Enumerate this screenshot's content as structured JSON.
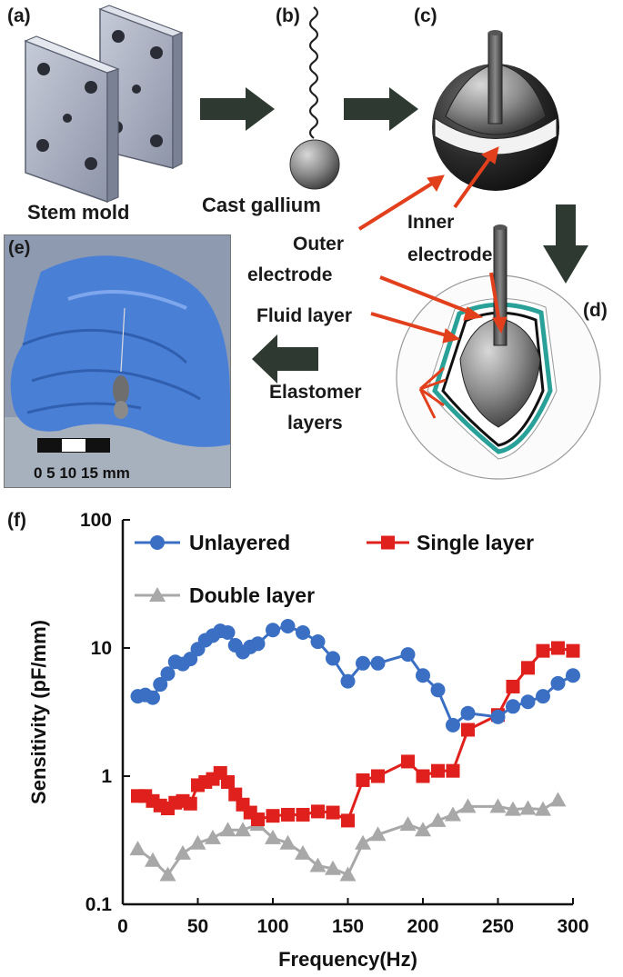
{
  "panels": {
    "a": {
      "letter": "(a)",
      "caption": "Stem mold"
    },
    "b": {
      "letter": "(b)",
      "caption": "Cast gallium"
    },
    "c": {
      "letter": "(c)",
      "inner_electrode_line1": "Inner",
      "inner_electrode_line2": "electrode"
    },
    "d": {
      "letter": "(d)",
      "outer_electrode_line1": "Outer",
      "outer_electrode_line2": "electrode",
      "fluid_layer": "Fluid layer",
      "elastomer_line1": "Elastomer",
      "elastomer_line2": "layers"
    },
    "e": {
      "letter": "(e)",
      "scale_ticks": "0  5  10 15 mm"
    },
    "f": {
      "letter": "(f)"
    }
  },
  "colors": {
    "unlayered": "#3a6fc4",
    "single_layer": "#e0201c",
    "double_layer": "#a8a8a8",
    "arrow_dark": "#2e3a31",
    "arrow_red": "#e2401d",
    "glove_blue": "#4a7fd6"
  },
  "chart_data": {
    "type": "line",
    "xlabel": "Frequency(Hz)",
    "ylabel": "Sensitivity (pF/mm)",
    "xlim": [
      0,
      300
    ],
    "ylim": [
      0.1,
      100
    ],
    "yscale": "log",
    "xticks": [
      "0",
      "50",
      "100",
      "150",
      "200",
      "250",
      "300"
    ],
    "yticks": [
      "0.1",
      "1",
      "10",
      "100"
    ],
    "grid": false,
    "legend_position": "top",
    "series": [
      {
        "name": "Unlayered",
        "marker": "circle",
        "x": [
          10,
          15,
          20,
          25,
          30,
          35,
          40,
          45,
          50,
          55,
          60,
          65,
          70,
          75,
          80,
          85,
          90,
          100,
          110,
          120,
          130,
          140,
          150,
          160,
          170,
          190,
          200,
          210,
          220,
          230,
          250,
          260,
          270,
          280,
          290,
          300
        ],
        "y": [
          4.2,
          4.3,
          4.1,
          5.2,
          6.3,
          7.8,
          7.5,
          8.2,
          9.8,
          11.5,
          12.5,
          13.6,
          13.2,
          10.5,
          9.3,
          10.2,
          10.8,
          13.8,
          14.8,
          13.2,
          11.2,
          8.3,
          5.5,
          7.6,
          7.6,
          8.9,
          6.1,
          4.7,
          2.5,
          3.1,
          2.9,
          3.5,
          3.8,
          4.2,
          5.3,
          6.1
        ]
      },
      {
        "name": "Single layer",
        "marker": "square",
        "x": [
          10,
          15,
          20,
          25,
          30,
          35,
          40,
          45,
          50,
          55,
          60,
          65,
          70,
          75,
          80,
          85,
          90,
          100,
          110,
          120,
          130,
          140,
          150,
          160,
          170,
          190,
          200,
          210,
          220,
          230,
          250,
          260,
          270,
          280,
          290,
          300
        ],
        "y": [
          0.7,
          0.7,
          0.64,
          0.59,
          0.56,
          0.62,
          0.64,
          0.61,
          0.85,
          0.9,
          0.95,
          1.06,
          0.9,
          0.72,
          0.6,
          0.52,
          0.46,
          0.49,
          0.5,
          0.5,
          0.53,
          0.52,
          0.45,
          0.93,
          1.0,
          1.3,
          1.0,
          1.1,
          1.1,
          2.3,
          3.0,
          5.0,
          7.0,
          9.5,
          10.0,
          9.5
        ]
      },
      {
        "name": "Double layer",
        "marker": "triangle",
        "x": [
          10,
          20,
          30,
          40,
          50,
          60,
          70,
          80,
          90,
          100,
          110,
          120,
          130,
          140,
          150,
          160,
          170,
          190,
          200,
          210,
          220,
          230,
          250,
          260,
          270,
          280,
          290
        ],
        "y": [
          0.27,
          0.22,
          0.17,
          0.25,
          0.3,
          0.33,
          0.38,
          0.38,
          0.42,
          0.33,
          0.3,
          0.25,
          0.2,
          0.19,
          0.17,
          0.3,
          0.35,
          0.42,
          0.38,
          0.45,
          0.5,
          0.58,
          0.58,
          0.55,
          0.56,
          0.55,
          0.65
        ]
      }
    ]
  }
}
